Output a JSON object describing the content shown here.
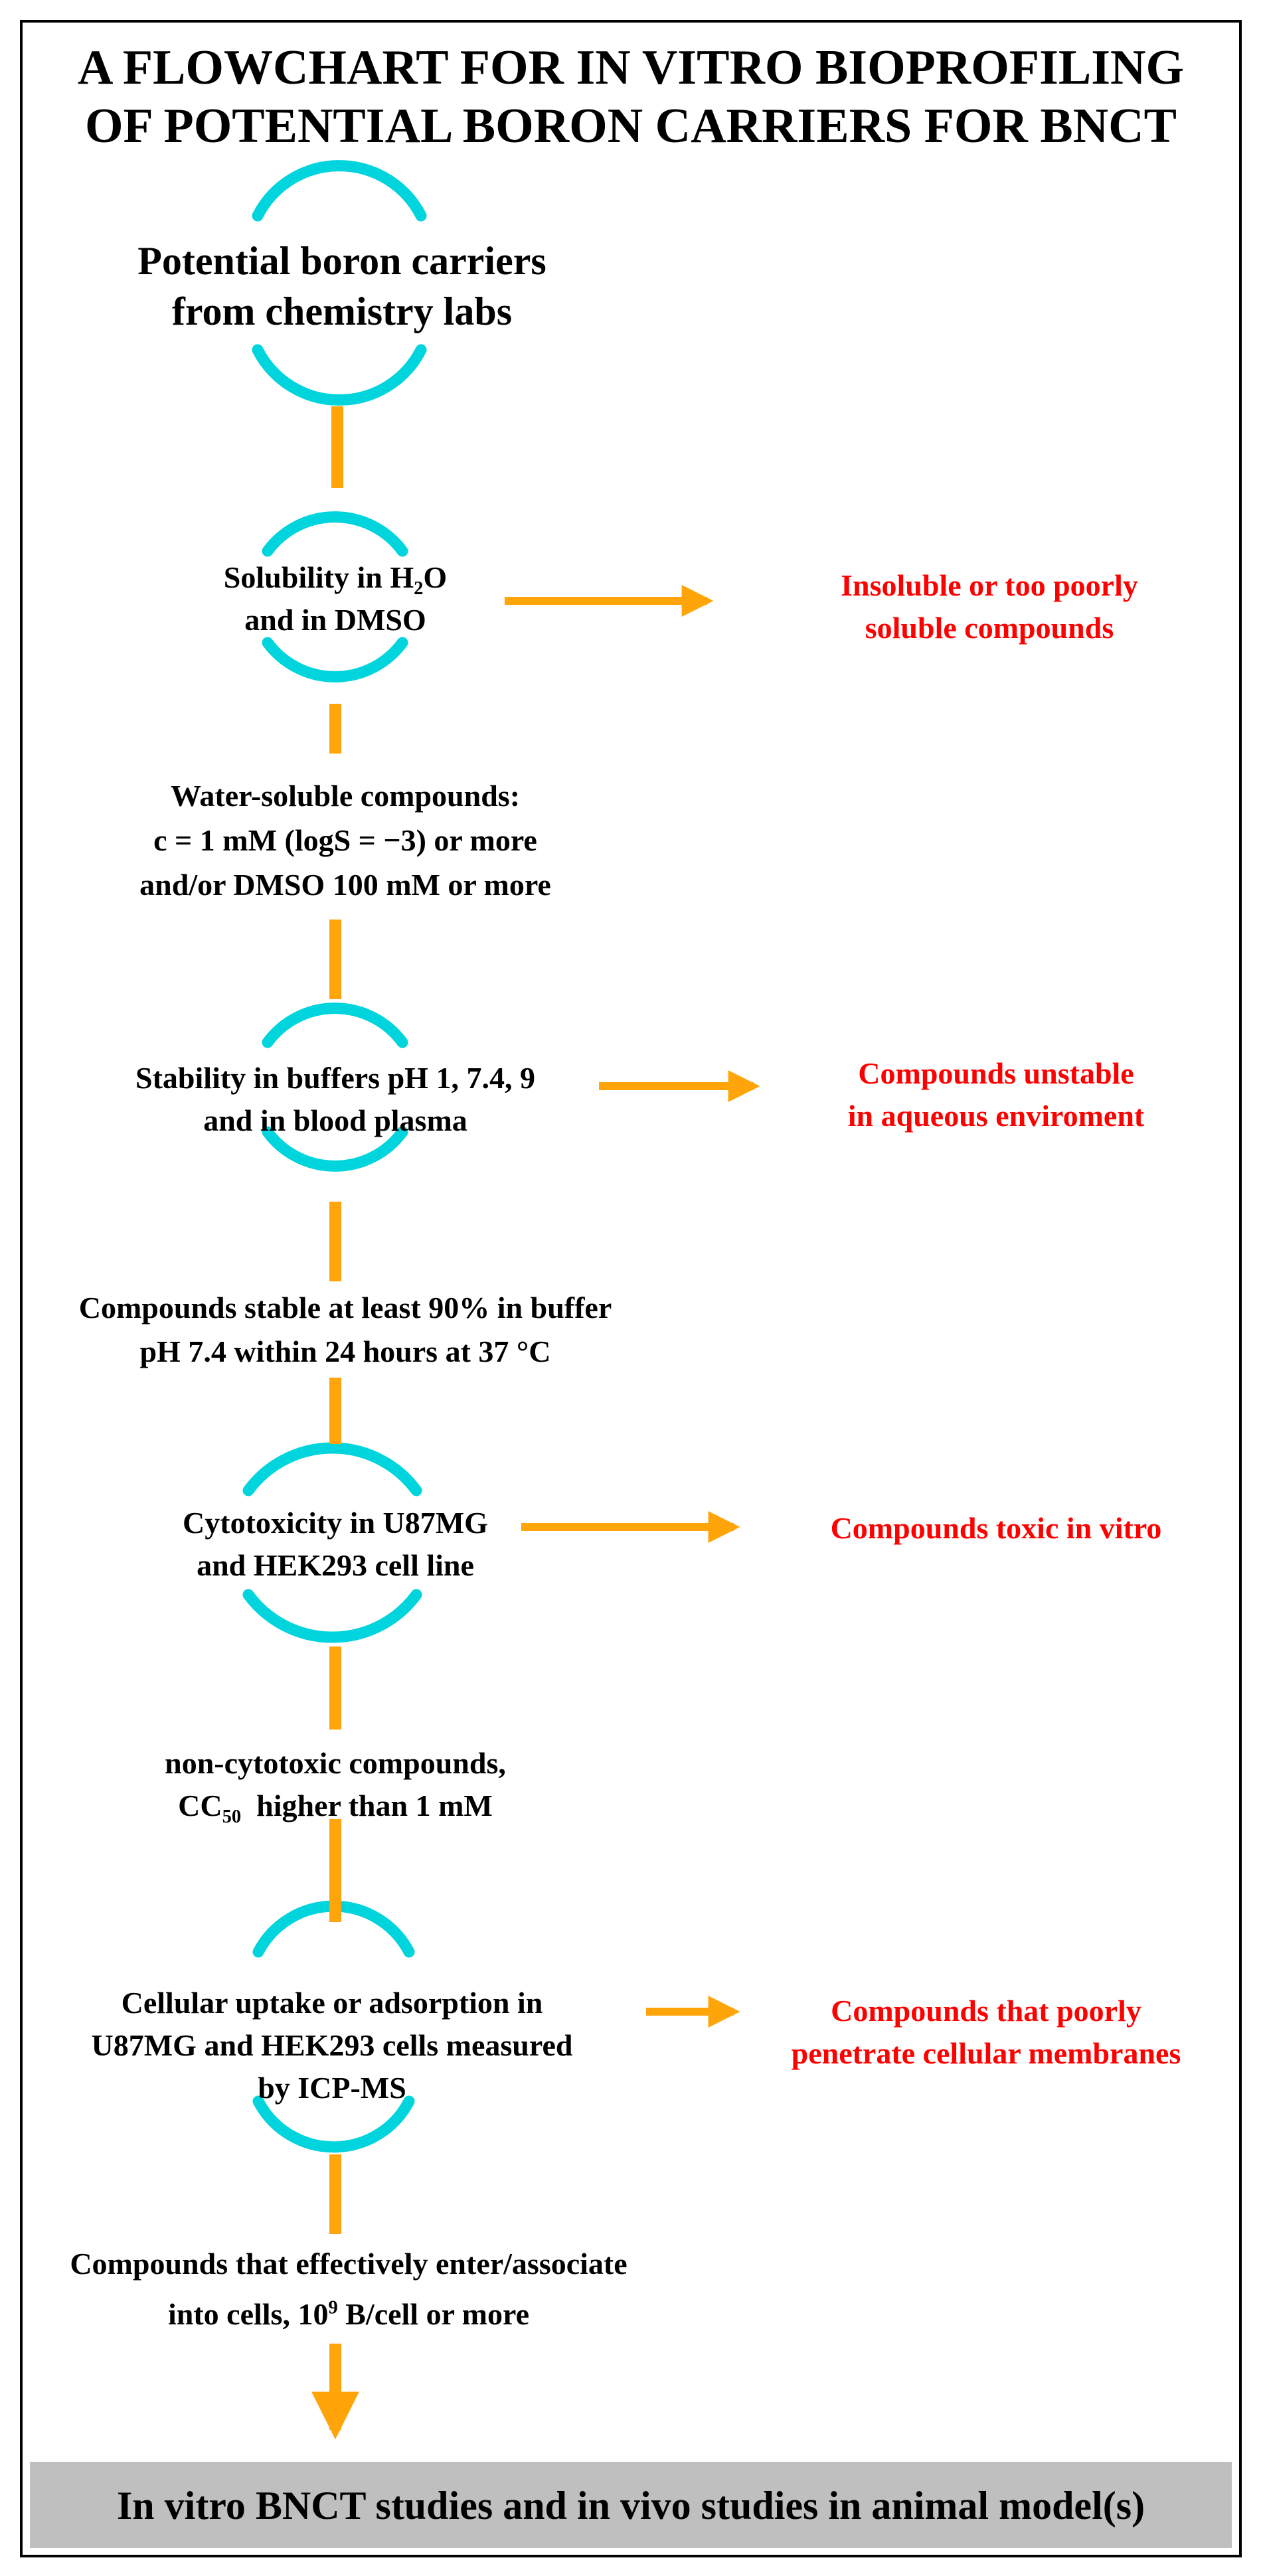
{
  "title": {
    "line1": "A FLOWCHART FOR IN VITRO BIOPROFILING",
    "line2": "OF POTENTIAL BORON CARRIERS FOR BNCT"
  },
  "colors": {
    "arc": "#00d4dc",
    "connector": "#ffa50a",
    "reject_text": "#ff0000",
    "final_box": "#bfbfbf",
    "border": "#000000"
  },
  "steps": {
    "s1": {
      "line1": "Potential boron carriers",
      "line2": "from chemistry labs"
    },
    "s2": {
      "line1_a": "Solubility in H",
      "line1_sub": "2",
      "line1_b": "O",
      "line2": "and in DMSO"
    },
    "s3": {
      "line1": "Stability in buffers pH 1, 7.4, 9",
      "line2": "and in blood plasma"
    },
    "s4": {
      "line1": "Cytotoxicity in U87MG",
      "line2": "and HEK293 cell line"
    },
    "s5": {
      "line1": "Cellular uptake or adsorption in",
      "line2": "U87MG and HEK293 cells measured",
      "line3": "by ICP-MS"
    }
  },
  "criteria": {
    "c1": {
      "line1": "Water-soluble compounds:",
      "line2": "c = 1 mM (logS = −3)  or more",
      "line3": "and/or DMSO 100 mM or more"
    },
    "c2": {
      "line1": "Compounds stable at least 90% in buffer",
      "line2": "pH  7.4 within 24  hours at  37 °C"
    },
    "c3": {
      "line1": "non-cytotoxic compounds,",
      "line2_a": "CC",
      "line2_sub": "50",
      "line2_b": "  higher than 1 mM"
    },
    "c4": {
      "line1": "Compounds that effectively enter/associate",
      "line2_a": "into cells, 10",
      "line2_sup": "9",
      "line2_b": " B/cell or more"
    }
  },
  "rejects": {
    "r1": {
      "line1": "Insoluble or too poorly",
      "line2": "soluble compounds"
    },
    "r2": {
      "line1": "Compounds unstable",
      "line2": "in aqueous enviroment"
    },
    "r3": {
      "line1": "Compounds toxic in vitro"
    },
    "r4": {
      "line1": "Compounds that poorly",
      "line2": "penetrate cellular membranes"
    }
  },
  "final": {
    "label": "In vitro BNCT studies and in vivo studies in animal model(s)"
  }
}
